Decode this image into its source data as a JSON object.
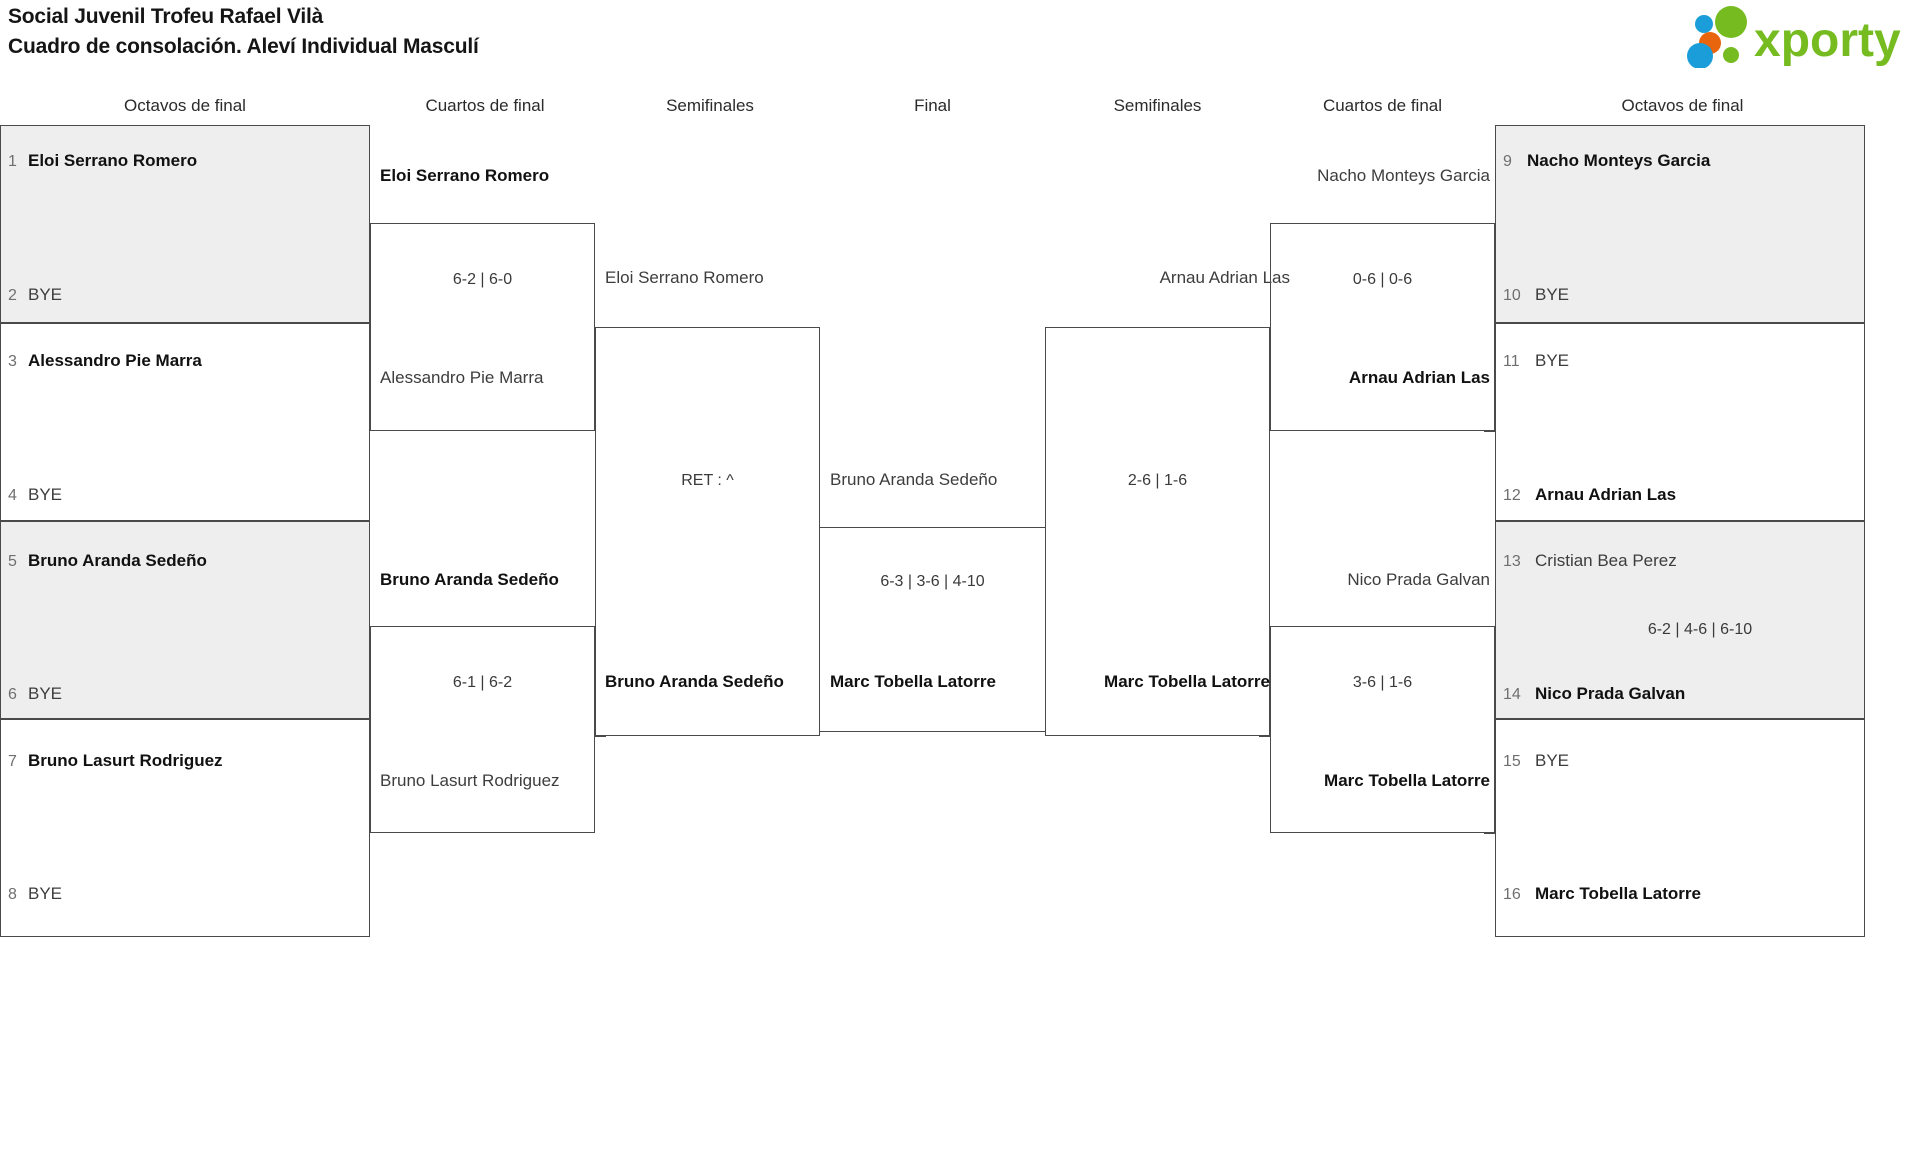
{
  "header": {
    "title_line1": "Social Juvenil Trofeu Rafael Vilà",
    "title_line2": "Cuadro de consolación. Aleví Individual Masculí",
    "logo_text": "xporty",
    "logo_colors": {
      "green": "#76bc21",
      "blue": "#1b9dd9",
      "orange": "#e8650d"
    }
  },
  "rounds": [
    {
      "label": "Octavos de final"
    },
    {
      "label": "Cuartos de final"
    },
    {
      "label": "Semifinales"
    },
    {
      "label": "Final"
    },
    {
      "label": "Semifinales"
    },
    {
      "label": "Cuartos de final"
    },
    {
      "label": "Octavos de final"
    }
  ],
  "bracket": {
    "left": {
      "r16": [
        {
          "seed_top": "1",
          "top": "Eloi Serrano Romero",
          "top_winner": true,
          "seed_bot": "2",
          "bot": "BYE",
          "bot_winner": false,
          "score": "",
          "shaded": true
        },
        {
          "seed_top": "3",
          "top": "Alessandro Pie Marra",
          "top_winner": true,
          "seed_bot": "4",
          "bot": "BYE",
          "bot_winner": false,
          "score": "",
          "shaded": false
        },
        {
          "seed_top": "5",
          "top": "Bruno Aranda Sedeño",
          "top_winner": true,
          "seed_bot": "6",
          "bot": "BYE",
          "bot_winner": false,
          "score": "",
          "shaded": true
        },
        {
          "seed_top": "7",
          "top": "Bruno Lasurt Rodriguez",
          "top_winner": true,
          "seed_bot": "8",
          "bot": "BYE",
          "bot_winner": false,
          "score": "",
          "shaded": false
        }
      ],
      "qf": [
        {
          "top": "Eloi Serrano Romero",
          "top_winner": true,
          "bot": "Alessandro Pie Marra",
          "bot_winner": false,
          "score": "6-2 | 6-0"
        },
        {
          "top": "Bruno Aranda Sedeño",
          "top_winner": true,
          "bot": "Bruno Lasurt Rodriguez",
          "bot_winner": false,
          "score": "6-1 | 6-2"
        }
      ],
      "sf": [
        {
          "top": "Eloi Serrano Romero",
          "top_winner": false,
          "bot": "Bruno Aranda Sedeño",
          "bot_winner": true,
          "score": "RET : ^"
        }
      ]
    },
    "final": {
      "top": "Bruno Aranda Sedeño",
      "top_winner": false,
      "bot": "Marc Tobella Latorre",
      "bot_winner": true,
      "score": "6-3 | 3-6 | 4-10"
    },
    "right": {
      "sf": [
        {
          "top": "Arnau Adrian Las",
          "top_winner": false,
          "bot": "Marc Tobella Latorre",
          "bot_winner": true,
          "score": "2-6 | 1-6"
        }
      ],
      "qf": [
        {
          "top": "Nacho Monteys Garcia",
          "top_winner": false,
          "bot": "Arnau Adrian Las",
          "bot_winner": true,
          "score": "0-6 | 0-6"
        },
        {
          "top": "Nico Prada Galvan",
          "top_winner": false,
          "bot": "Marc Tobella Latorre",
          "bot_winner": true,
          "score": "3-6 | 1-6"
        }
      ],
      "r16": [
        {
          "seed_top": "9",
          "top": "Nacho Monteys Garcia",
          "top_winner": true,
          "seed_bot": "10",
          "bot": "BYE",
          "bot_winner": false,
          "score": "",
          "shaded": true
        },
        {
          "seed_top": "11",
          "top": "BYE",
          "top_winner": false,
          "seed_bot": "12",
          "bot": "Arnau Adrian Las",
          "bot_winner": true,
          "score": "",
          "shaded": false
        },
        {
          "seed_top": "13",
          "top": "Cristian Bea Perez",
          "top_winner": false,
          "seed_bot": "14",
          "bot": "Nico Prada Galvan",
          "bot_winner": true,
          "score": "6-2 | 4-6 | 6-10",
          "shaded": true
        },
        {
          "seed_top": "15",
          "top": "BYE",
          "top_winner": false,
          "seed_bot": "16",
          "bot": "Marc Tobella Latorre",
          "bot_winner": true,
          "score": "",
          "shaded": false
        }
      ]
    }
  }
}
